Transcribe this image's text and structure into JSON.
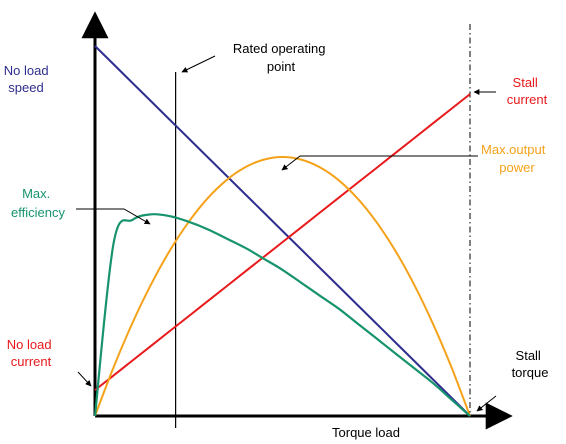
{
  "chart_data": {
    "type": "line",
    "xlabel": "Torque load",
    "ylabel": "",
    "x": [
      0,
      0.05,
      0.1,
      0.15,
      0.2,
      0.25,
      0.3,
      0.35,
      0.4,
      0.45,
      0.5,
      0.55,
      0.6,
      0.65,
      0.7,
      0.75,
      0.8,
      0.85,
      0.9,
      0.95,
      1.0
    ],
    "series": [
      {
        "key": "speed",
        "color": "#2e2e8f",
        "values": [
          1.0,
          0.95,
          0.9,
          0.85,
          0.8,
          0.75,
          0.7,
          0.65,
          0.6,
          0.55,
          0.5,
          0.45,
          0.4,
          0.35,
          0.3,
          0.25,
          0.2,
          0.15,
          0.1,
          0.05,
          0.0
        ]
      },
      {
        "key": "current",
        "color": "#e8191b",
        "values": [
          0.07,
          0.11,
          0.15,
          0.19,
          0.23,
          0.27,
          0.31,
          0.35,
          0.39,
          0.43,
          0.47,
          0.51,
          0.55,
          0.59,
          0.63,
          0.67,
          0.71,
          0.75,
          0.79,
          0.83,
          0.87
        ]
      },
      {
        "key": "power",
        "color": "#f5a21b",
        "values": [
          0.0,
          0.133,
          0.252,
          0.357,
          0.448,
          0.525,
          0.588,
          0.637,
          0.672,
          0.693,
          0.7,
          0.693,
          0.672,
          0.637,
          0.588,
          0.525,
          0.448,
          0.357,
          0.252,
          0.133,
          0.0
        ]
      },
      {
        "key": "efficiency",
        "color": "#17936e",
        "values": [
          0.0,
          0.47,
          0.53,
          0.545,
          0.54,
          0.525,
          0.505,
          0.48,
          0.455,
          0.425,
          0.395,
          0.36,
          0.325,
          0.29,
          0.25,
          0.21,
          0.17,
          0.13,
          0.09,
          0.045,
          0.0
        ]
      }
    ],
    "rated_operating_point_x": 0.215,
    "stall_torque_x": 1.0,
    "annotations": {
      "no_load_speed": {
        "lines": [
          "No load",
          "speed"
        ],
        "color": "#2e2e8f"
      },
      "rated_point": {
        "lines": [
          "Rated operating",
          "point"
        ],
        "color": "#000000"
      },
      "stall_current": {
        "lines": [
          "Stall",
          "current"
        ],
        "color": "#e8191b"
      },
      "max_power": {
        "lines": [
          "Max.output",
          "power"
        ],
        "color": "#f5a21b"
      },
      "max_efficiency": {
        "lines": [
          "Max.",
          "efficiency"
        ],
        "color": "#17936e"
      },
      "no_load_current": {
        "lines": [
          "No load",
          "current"
        ],
        "color": "#e8191b"
      },
      "stall_torque": {
        "lines": [
          "Stall",
          "torque"
        ],
        "color": "#000000"
      }
    }
  }
}
